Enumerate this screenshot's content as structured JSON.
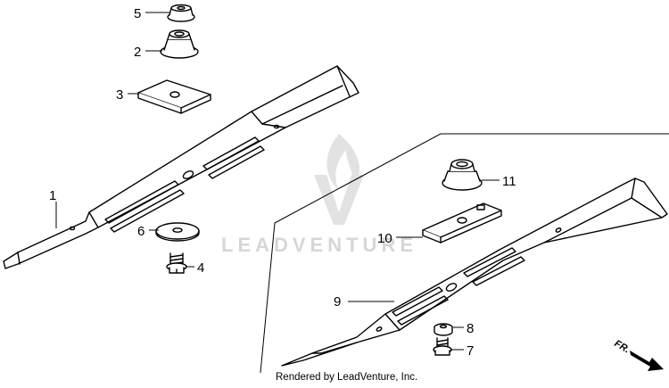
{
  "callouts": {
    "p1": "1",
    "p2": "2",
    "p3": "3",
    "p4": "4",
    "p5": "5",
    "p6": "6",
    "p7": "7",
    "p8": "8",
    "p9": "9",
    "p10": "10",
    "p11": "11"
  },
  "watermark": {
    "text": "LEADVENTURE"
  },
  "credit": "Rendered by LeadVenture, Inc.",
  "direction": {
    "label": "FR."
  },
  "colors": {
    "line": "#000000",
    "watermark": "#d6d6d6",
    "background": "#ffffff"
  }
}
